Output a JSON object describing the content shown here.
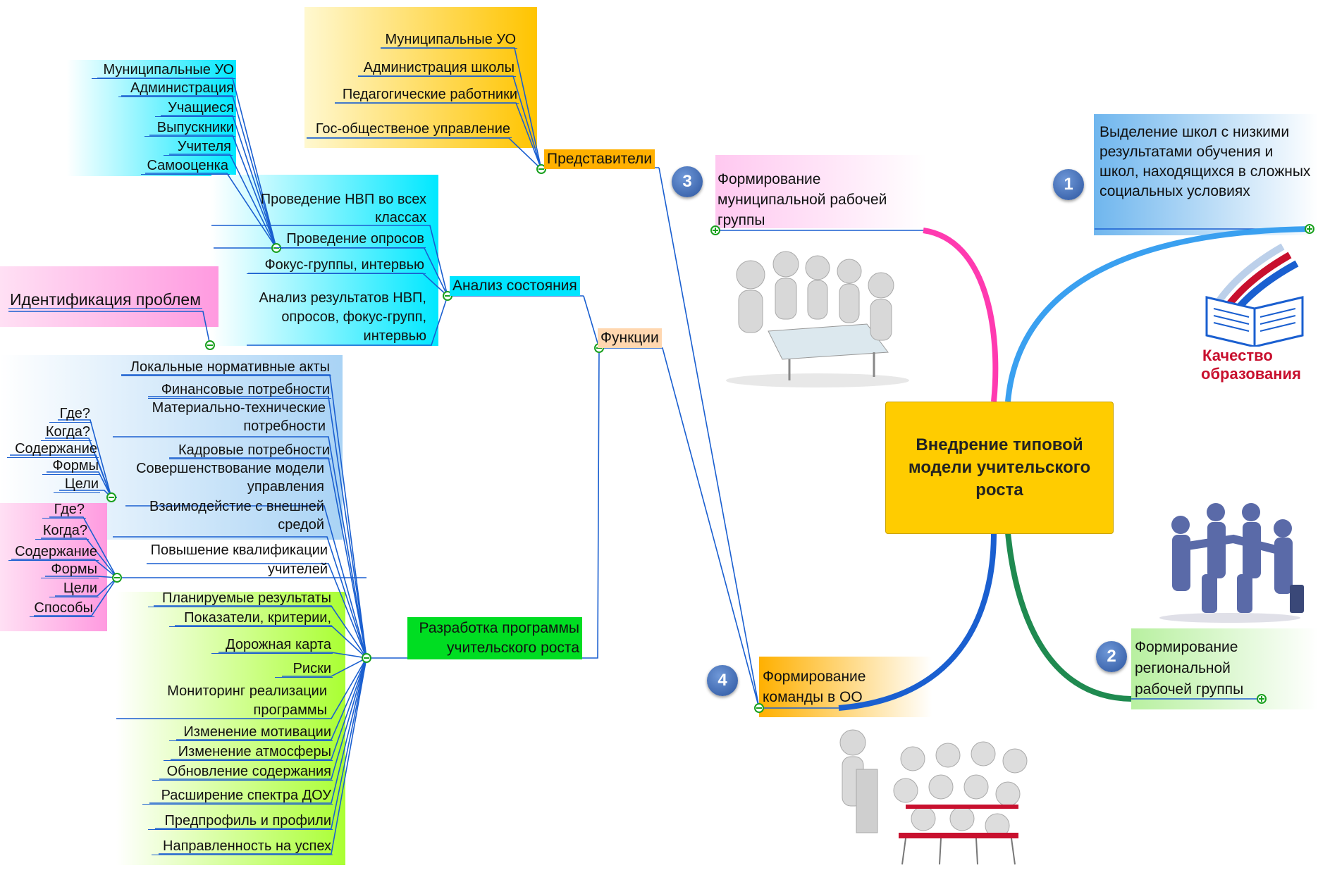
{
  "center": {
    "title": "Внедрение типовой модели учительского роста"
  },
  "branches": {
    "b1": {
      "number": "1",
      "text": "Выделение школ с низкими результатами обучения и школ, находящихся в сложных социальных условиях"
    },
    "b2": {
      "number": "2",
      "text": "Формирование региональной рабочей группы"
    },
    "b3": {
      "number": "3",
      "text": "Формирование муниципальной рабочей группы"
    },
    "b4": {
      "number": "4",
      "text": "Формирование команды в ОО"
    }
  },
  "logo": {
    "line1": "Качество",
    "line2": "образования"
  },
  "nodes": {
    "predstaviteli": "Представители",
    "funkcii": "Функции",
    "analiz": "Анализ состояния",
    "razrabotka": "Разработка программы учительского роста",
    "identifikaciya": "Идентификация проблем"
  },
  "predstaviteli_items": [
    "Муниципальные УО",
    "Администрация школы",
    "Педагогические работники",
    "Гос-общественое управление"
  ],
  "analiz_sub": [
    "Муниципальные УО",
    "Администрация",
    "Учащиеся",
    "Выпускники",
    "Учителя",
    "Самооценка"
  ],
  "analiz_items": [
    "Проведение НВП во всех классах",
    "Проведение опросов",
    "Фокус-группы, интервью",
    "Анализ результатов НВП, опросов, фокус-групп, интервью"
  ],
  "blue_items": [
    "Локальные нормативные акты",
    "Финансовые потребности",
    "Материально-технические потребности",
    "Кадровые потребности",
    "Совершенствование модели управления",
    "Взаимодейстие с внешней средой"
  ],
  "blue_sub": [
    "Где?",
    "Когда?",
    "Содержание",
    "Формы",
    "Цели"
  ],
  "pink_item": "Повышение квалификации учителей",
  "pink_sub": [
    "Где?",
    "Когда?",
    "Содержание",
    "Формы",
    "Цели",
    "Способы"
  ],
  "green_items": [
    "Планируемые результаты",
    "Показатели, критерии,",
    "Дорожная карта",
    "Риски",
    "Мониторинг реализации программы",
    "Изменение мотивации",
    "Изменение атмосферы",
    "Обновление содержания",
    "Расширение спектра ДОУ",
    "Предпрофиль и профили",
    "Направленность на успех"
  ],
  "colors": {
    "center": "#ffcc00",
    "cyan": "#00e5ff",
    "green": "#00dd22",
    "orange": "#ffb000",
    "pink": "#ff3ab0",
    "blue": "#1a5fd0"
  }
}
